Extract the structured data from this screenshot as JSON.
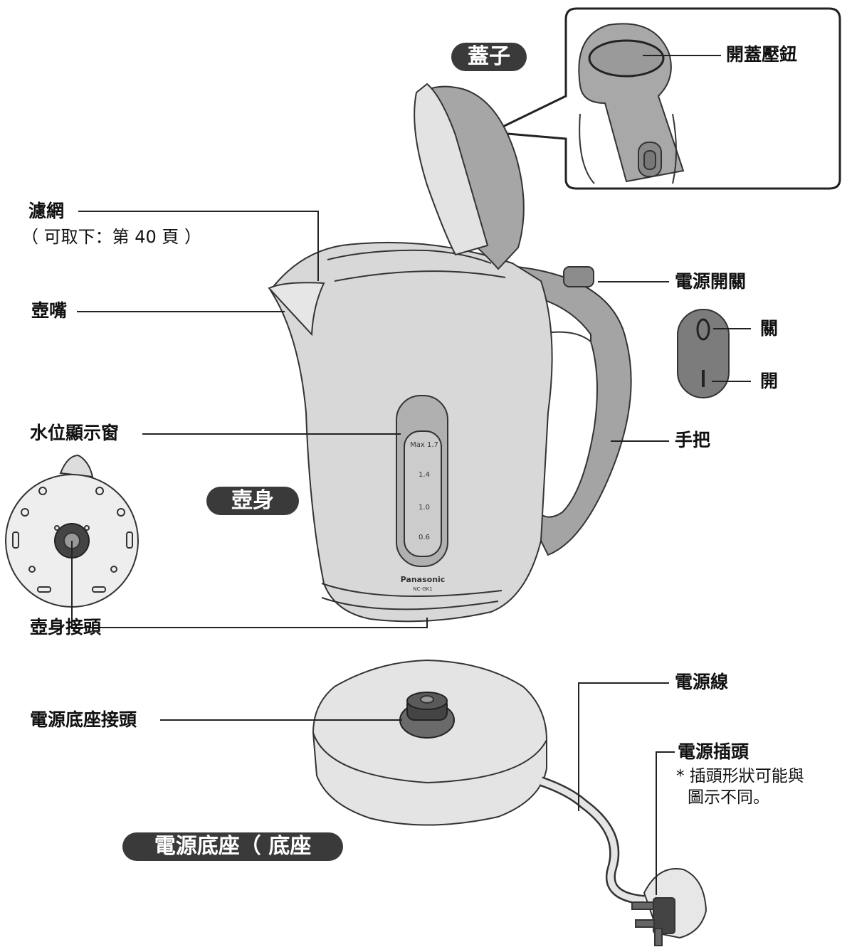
{
  "badges": {
    "lid": "蓋子",
    "body": "壺身",
    "base": "電源底座（  底座"
  },
  "labels": {
    "lid_release": "開蓋壓鈕",
    "filter": "濾網",
    "filter_note": "（ 可取下：第 40 頁 ）",
    "spout": "壺嘴",
    "power_switch": "電源開關",
    "switch_off": "關",
    "switch_on": "開",
    "water_window": "水位顯示窗",
    "handle": "手把",
    "body_connector": "壺身接頭",
    "power_cord": "電源線",
    "base_connector": "電源底座接頭",
    "power_plug": "電源插頭",
    "plug_note_line1": "* 插頭形狀可能與",
    "plug_note_line2": "圖示不同。"
  },
  "kettle": {
    "brand": "Panasonic",
    "model": "NC-GK1",
    "gauge_marks": [
      "Max 1.7",
      "1.4",
      "1.0",
      "0.6"
    ]
  },
  "switch_symbols": {
    "off": "0",
    "on": "I"
  }
}
